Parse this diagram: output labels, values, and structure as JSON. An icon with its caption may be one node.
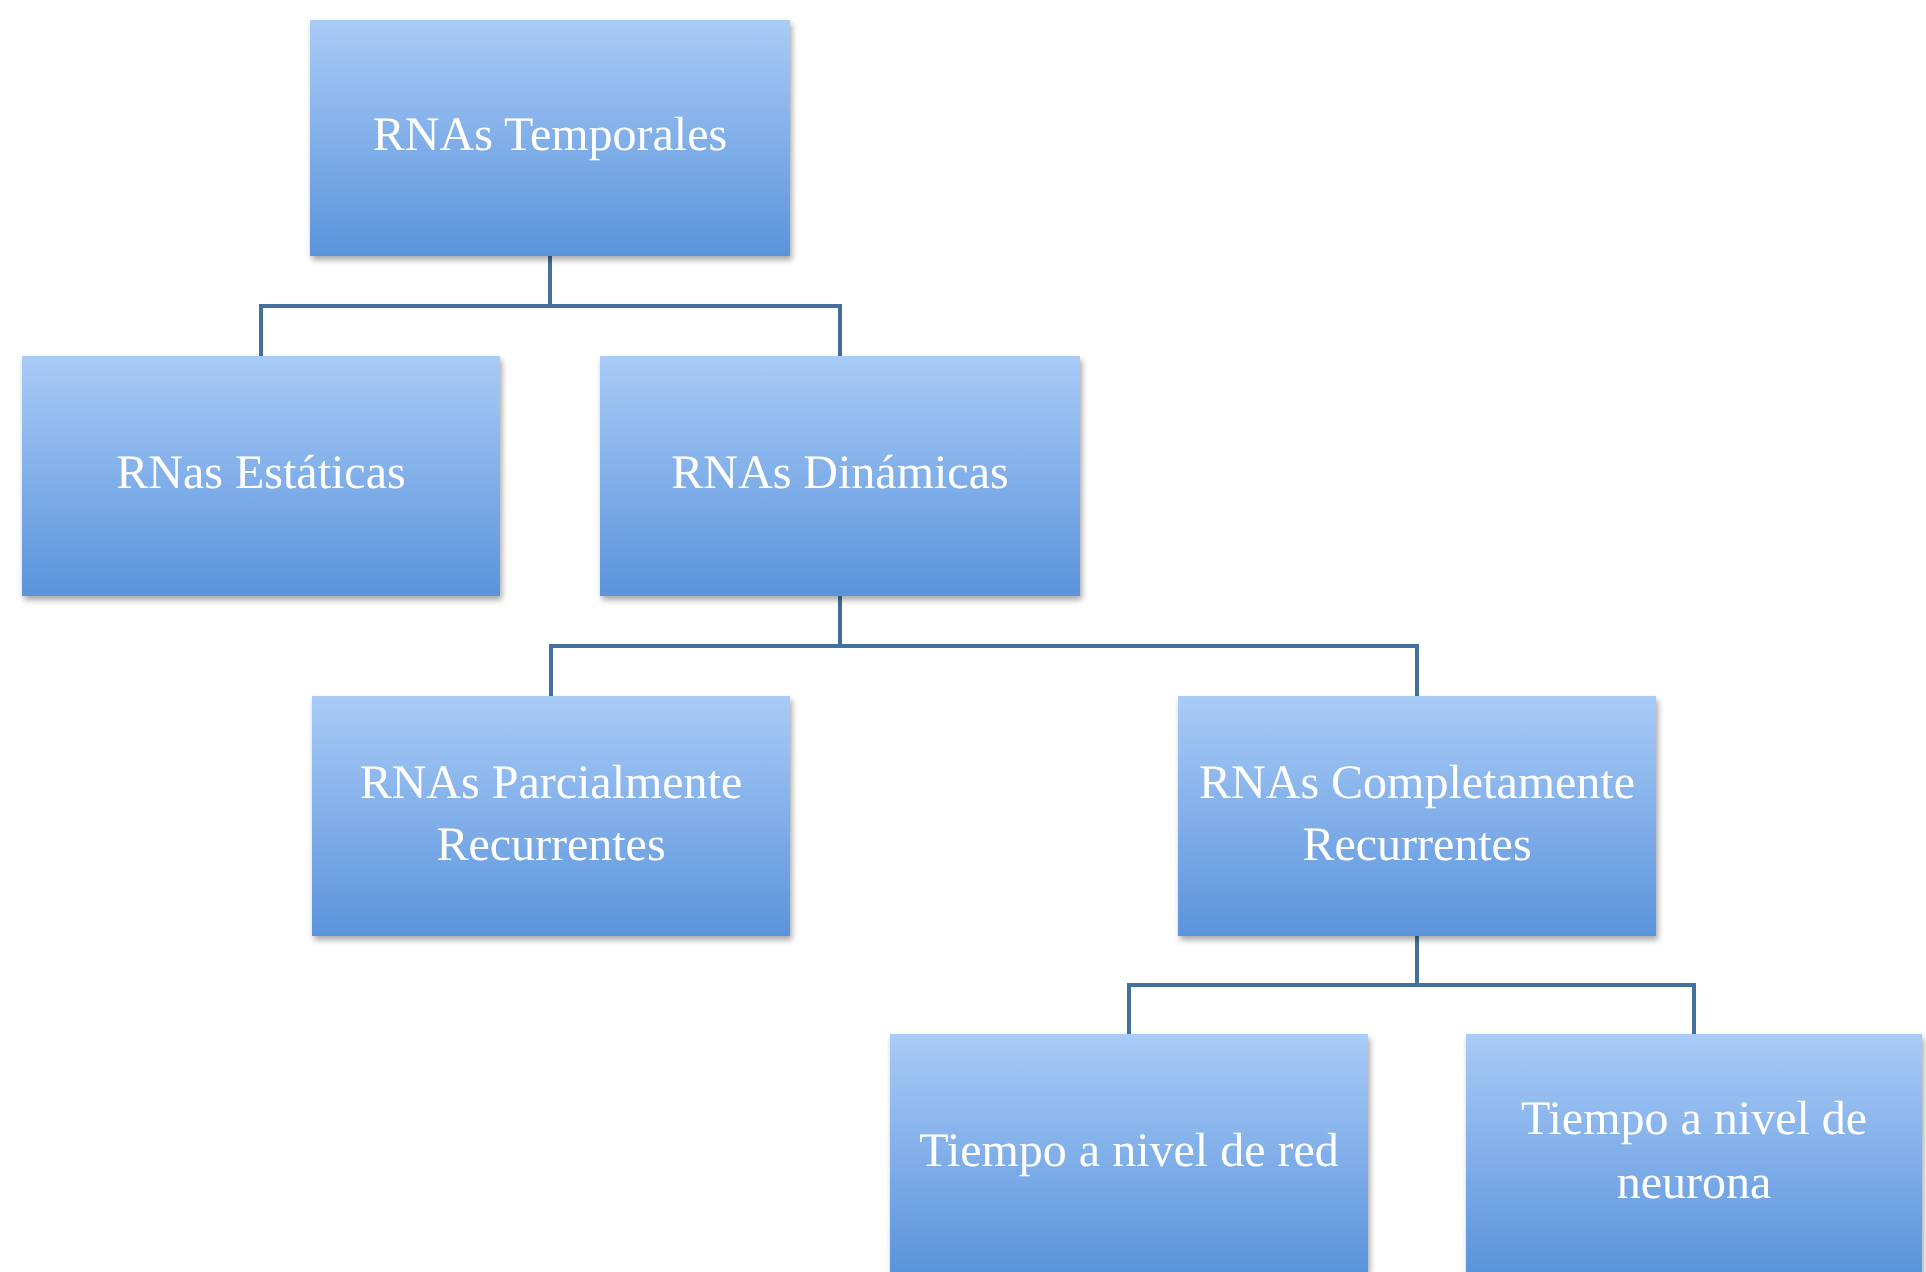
{
  "diagram": {
    "nodes": [
      {
        "text": [
          "RNAs Temporales"
        ]
      },
      {
        "text": [
          "RNas Estáticas"
        ]
      },
      {
        "text": [
          "RNAs Dinámicas"
        ]
      },
      {
        "text": [
          "RNAs Parcialmente Recurrentes"
        ]
      },
      {
        "text": [
          "RNAs Completamente Recurrentes"
        ]
      },
      {
        "text": [
          "Tiempo a nivel de red"
        ]
      },
      {
        "text": [
          "Tiempo a nivel de neurona"
        ]
      }
    ],
    "edges": [
      {
        "from": 0,
        "to": 1,
        "arrow": "none"
      },
      {
        "from": 0,
        "to": 2,
        "arrow": "none"
      },
      {
        "from": 2,
        "to": 3,
        "arrow": "none"
      },
      {
        "from": 2,
        "to": 4,
        "arrow": "none"
      },
      {
        "from": 4,
        "to": 5,
        "arrow": "none"
      },
      {
        "from": 4,
        "to": 6,
        "arrow": "none"
      }
    ]
  }
}
